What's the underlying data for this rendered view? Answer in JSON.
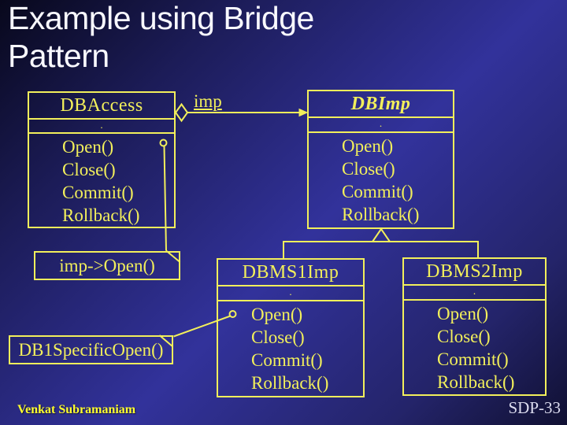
{
  "slide": {
    "title": "Example using Bridge Pattern",
    "footer": {
      "author": "Venkat Subramaniam",
      "page": "SDP-33"
    }
  },
  "colors": {
    "accent_yellow": "#F2EF5B",
    "title_white": "#F8F8FF",
    "footer_yellow": "#FFFF2E",
    "page_number": "#DDDDF0",
    "bg_dark": "#08081C",
    "bg_bright": "#32329B"
  },
  "diagram": {
    "association_label": "imp",
    "classes": [
      {
        "name": "DBAccess",
        "name_style": "normal",
        "attributes_placeholder": ".",
        "methods": [
          "Open()",
          "Close()",
          "Commit()",
          "Rollback()"
        ]
      },
      {
        "name": "DBImp",
        "name_style": "bold-italic",
        "attributes_placeholder": ".",
        "methods": [
          "Open()",
          "Close()",
          "Commit()",
          "Rollback()"
        ]
      },
      {
        "name": "DBMS1Imp",
        "name_style": "normal",
        "attributes_placeholder": ".",
        "methods": [
          "Open()",
          "Close()",
          "Commit()",
          "Rollback()"
        ]
      },
      {
        "name": "DBMS2Imp",
        "name_style": "normal",
        "attributes_placeholder": ".",
        "methods": [
          "Open()",
          "Close()",
          "Commit()",
          "Rollback()"
        ]
      }
    ],
    "notes": [
      {
        "text": "imp->Open()"
      },
      {
        "text": "DB1SpecificOpen()"
      }
    ]
  }
}
